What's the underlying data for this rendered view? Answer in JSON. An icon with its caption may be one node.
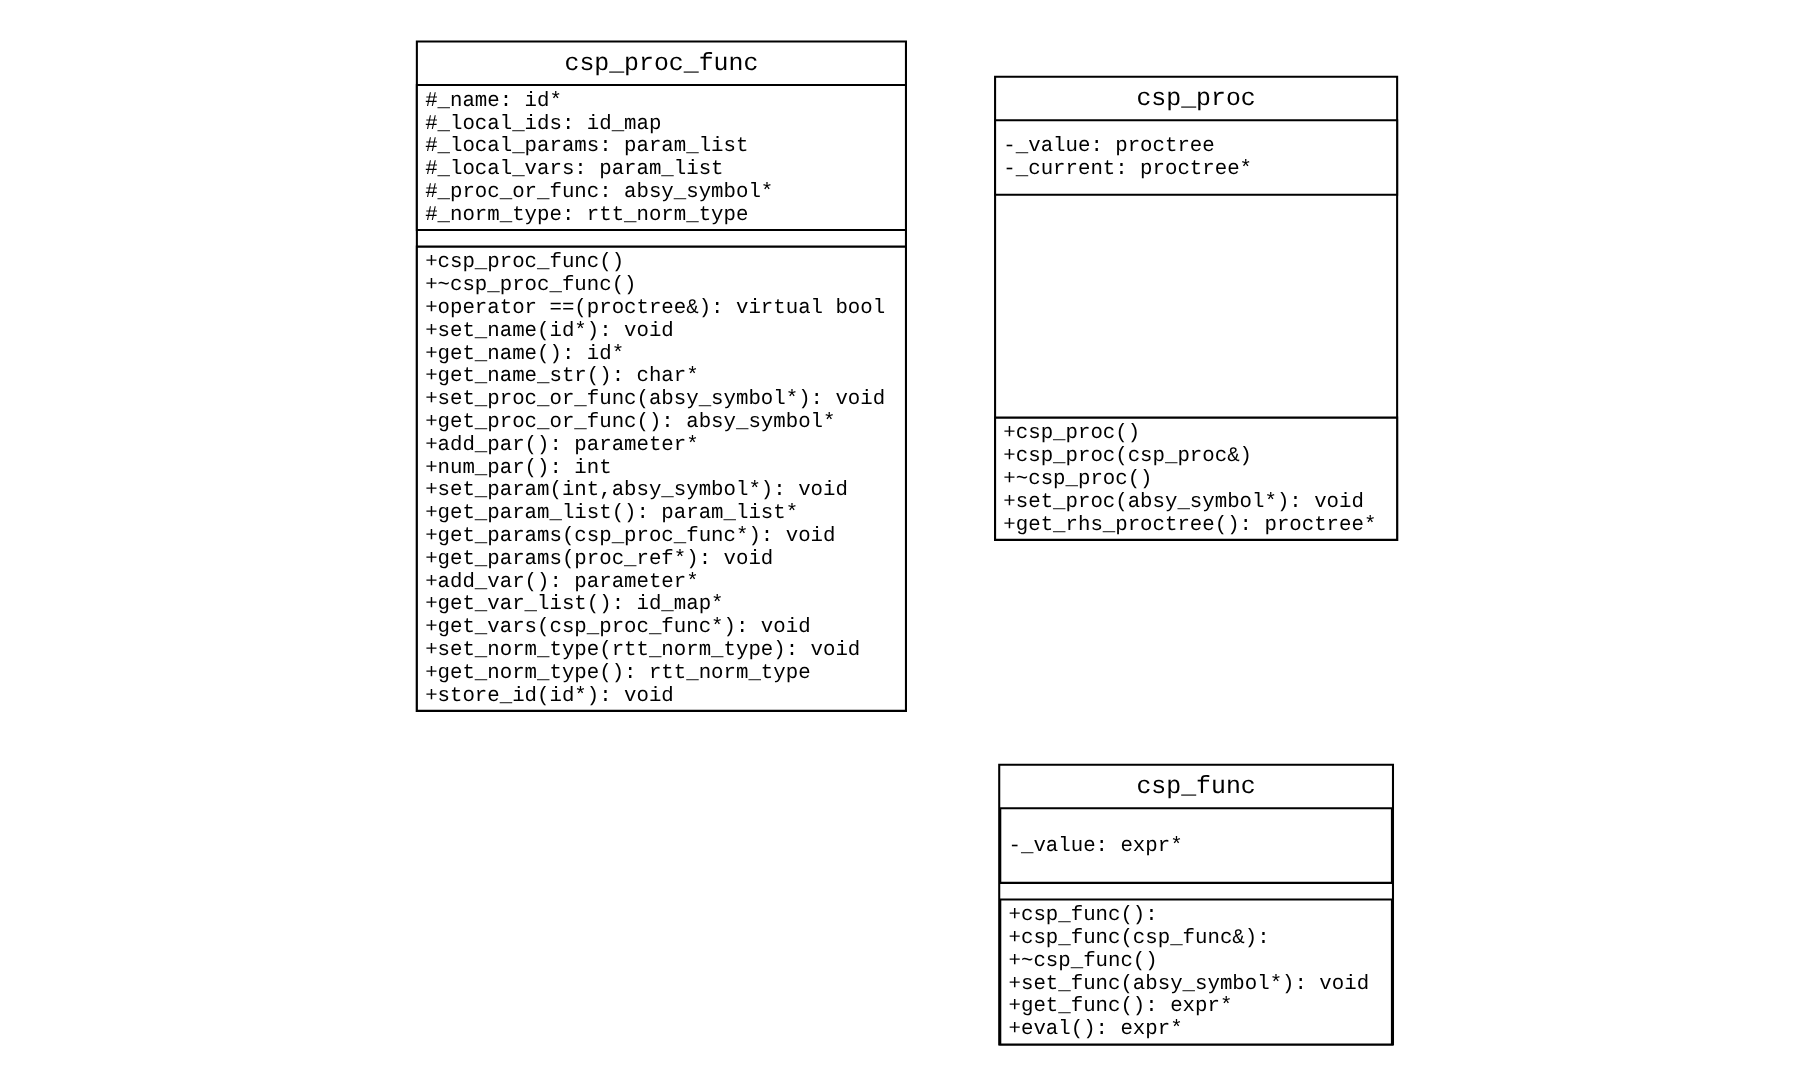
{
  "diagram": {
    "nodes": [
      {
        "text": [
          "csp_proc_func"
        ]
      },
      {
        "text": [
          "#_name: id*",
          "#_local_ids: id_map",
          "#_local_params: param_list",
          "#_local_vars: param_list",
          "#_proc_or_func: absy_symbol*",
          "#_norm_type: rtt_norm_type"
        ],
        "in": 0
      },
      {
        "text": [
          "+csp_proc_func()",
          "+~csp_proc_func()",
          "+operator ==(proctree&): virtual bool",
          "+set_name(id*): void",
          "+get_name(): id*",
          "+get_name_str(): char*",
          "+set_proc_or_func(absy_symbol*): void",
          "+get_proc_or_func(): absy_symbol*",
          "+add_par(): parameter*",
          "+num_par(): int",
          "+set_param(int,absy_symbol*): void",
          "+get_param_list(): param_list*",
          "+get_params(csp_proc_func*): void",
          "+get_params(proc_ref*): void",
          "+add_var(): parameter*",
          "+get_var_list(): id_map*",
          "+get_vars(csp_proc_func*): void",
          "+set_norm_type(rtt_norm_type): void",
          "+get_norm_type(): rtt_norm_type",
          "+store_id(id*): void"
        ],
        "in": 0
      },
      {
        "text": [
          "csp_proc"
        ]
      },
      {
        "text": [
          "-_value: proctree",
          "-_current: proctree*"
        ],
        "in": 3
      },
      {
        "text": [
          "+csp_proc()",
          "+csp_proc(csp_proc&)",
          "+~csp_proc()",
          "+set_proc(absy_symbol*): void",
          "+get_rhs_proctree(): proctree*"
        ],
        "in": 3
      },
      {
        "text": [
          "csp_func"
        ]
      },
      {
        "text": [
          "-_value: expr*"
        ],
        "in": 6
      },
      {
        "text": [
          "+csp_func():",
          "+csp_func(csp_func&):",
          "+~csp_func()",
          "+set_func(absy_symbol*): void",
          "+get_func(): expr*",
          "+eval(): expr*"
        ],
        "in": 6
      }
    ],
    "edges": []
  }
}
